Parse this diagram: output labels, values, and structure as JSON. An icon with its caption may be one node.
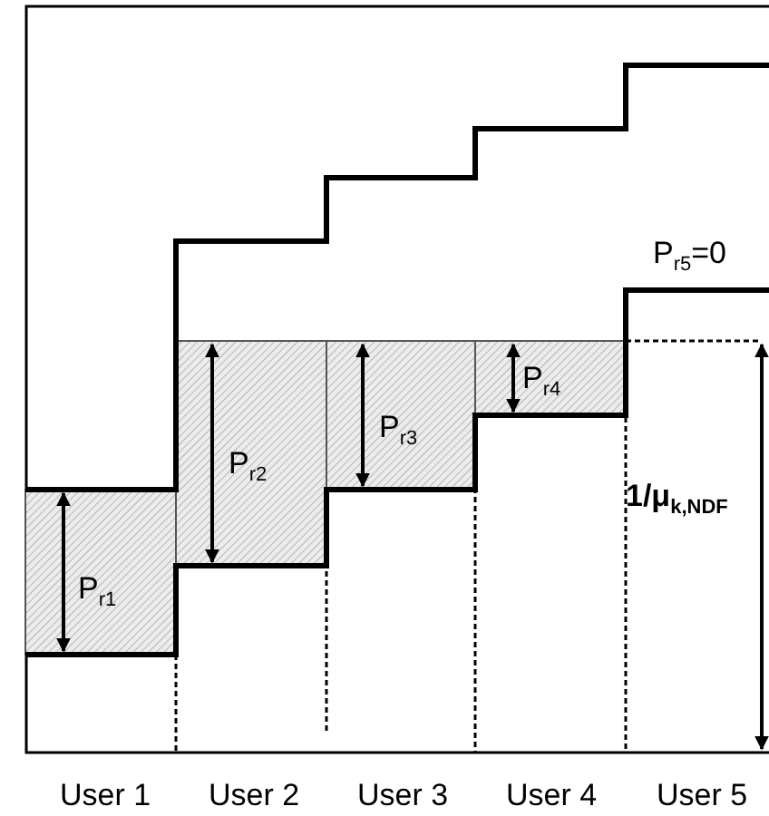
{
  "diagram": {
    "labels": [
      "P$_{r5}$=0",
      "P$_{r4}$",
      "P$_{r2}$",
      "P$_{r3}$",
      "1/μ$_{k,NDF}$",
      "P$_{r1}$",
      "User 1",
      "User 2",
      "User 3",
      "User 4",
      "User 5"
    ]
  }
}
